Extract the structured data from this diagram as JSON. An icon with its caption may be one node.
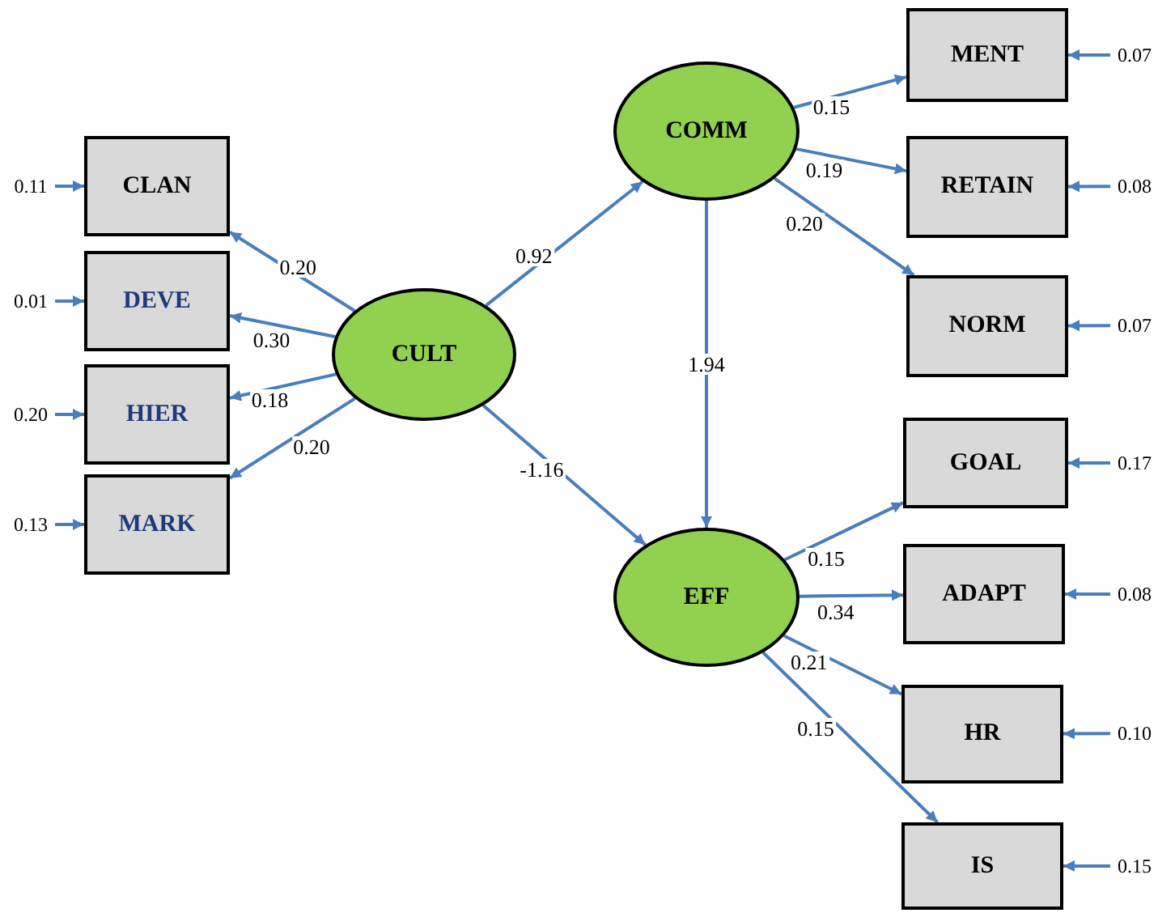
{
  "diagram": {
    "nodes": [
      {
        "text": [
          "CLAN"
        ]
      },
      {
        "text": [
          "DEVE"
        ]
      },
      {
        "text": [
          "HIER"
        ]
      },
      {
        "text": [
          "MARK"
        ]
      },
      {
        "text": [
          "CULT"
        ]
      },
      {
        "text": [
          "COMM"
        ]
      },
      {
        "text": [
          "EFF"
        ]
      },
      {
        "text": [
          "MENT"
        ]
      },
      {
        "text": [
          "RETAIN"
        ]
      },
      {
        "text": [
          "NORM"
        ]
      },
      {
        "text": [
          "GOAL"
        ]
      },
      {
        "text": [
          "ADAPT"
        ]
      },
      {
        "text": [
          "HR"
        ]
      },
      {
        "text": [
          "IS"
        ]
      },
      {
        "text": [
          "0.11"
        ]
      },
      {
        "text": [
          "0.01"
        ]
      },
      {
        "text": [
          "0.20"
        ]
      },
      {
        "text": [
          "0.13"
        ]
      },
      {
        "text": [
          "0.07"
        ]
      },
      {
        "text": [
          "0.08"
        ]
      },
      {
        "text": [
          "0.07"
        ]
      },
      {
        "text": [
          "0.17"
        ]
      },
      {
        "text": [
          "0.08"
        ]
      },
      {
        "text": [
          "0.10"
        ]
      },
      {
        "text": [
          "0.15"
        ]
      }
    ],
    "edges": [
      {
        "from": 4,
        "to": 0,
        "arrow": "to",
        "label": "0.20"
      },
      {
        "from": 4,
        "to": 1,
        "arrow": "to",
        "label": "0.30"
      },
      {
        "from": 4,
        "to": 2,
        "arrow": "to",
        "label": "0.18"
      },
      {
        "from": 4,
        "to": 3,
        "arrow": "to",
        "label": "0.20"
      },
      {
        "from": 4,
        "to": 5,
        "arrow": "to",
        "label": "0.92"
      },
      {
        "from": 4,
        "to": 6,
        "arrow": "to",
        "label": "-1.16"
      },
      {
        "from": 5,
        "to": 6,
        "arrow": "to",
        "label": "1.94"
      },
      {
        "from": 5,
        "to": 7,
        "arrow": "to",
        "label": "0.15"
      },
      {
        "from": 5,
        "to": 8,
        "arrow": "to",
        "label": "0.19"
      },
      {
        "from": 5,
        "to": 9,
        "arrow": "to",
        "label": "0.20"
      },
      {
        "from": 6,
        "to": 10,
        "arrow": "to",
        "label": "0.15"
      },
      {
        "from": 6,
        "to": 11,
        "arrow": "to",
        "label": "0.34"
      },
      {
        "from": 6,
        "to": 12,
        "arrow": "to",
        "label": "0.21"
      },
      {
        "from": 6,
        "to": 13,
        "arrow": "to",
        "label": "0.15"
      },
      {
        "from": 14,
        "to": 0,
        "arrow": "to"
      },
      {
        "from": 15,
        "to": 1,
        "arrow": "to"
      },
      {
        "from": 16,
        "to": 2,
        "arrow": "to"
      },
      {
        "from": 17,
        "to": 3,
        "arrow": "to"
      },
      {
        "from": 18,
        "to": 7,
        "arrow": "to"
      },
      {
        "from": 19,
        "to": 8,
        "arrow": "to"
      },
      {
        "from": 20,
        "to": 9,
        "arrow": "to"
      },
      {
        "from": 21,
        "to": 10,
        "arrow": "to"
      },
      {
        "from": 22,
        "to": 11,
        "arrow": "to"
      },
      {
        "from": 23,
        "to": 12,
        "arrow": "to"
      },
      {
        "from": 24,
        "to": 13,
        "arrow": "to"
      }
    ]
  }
}
